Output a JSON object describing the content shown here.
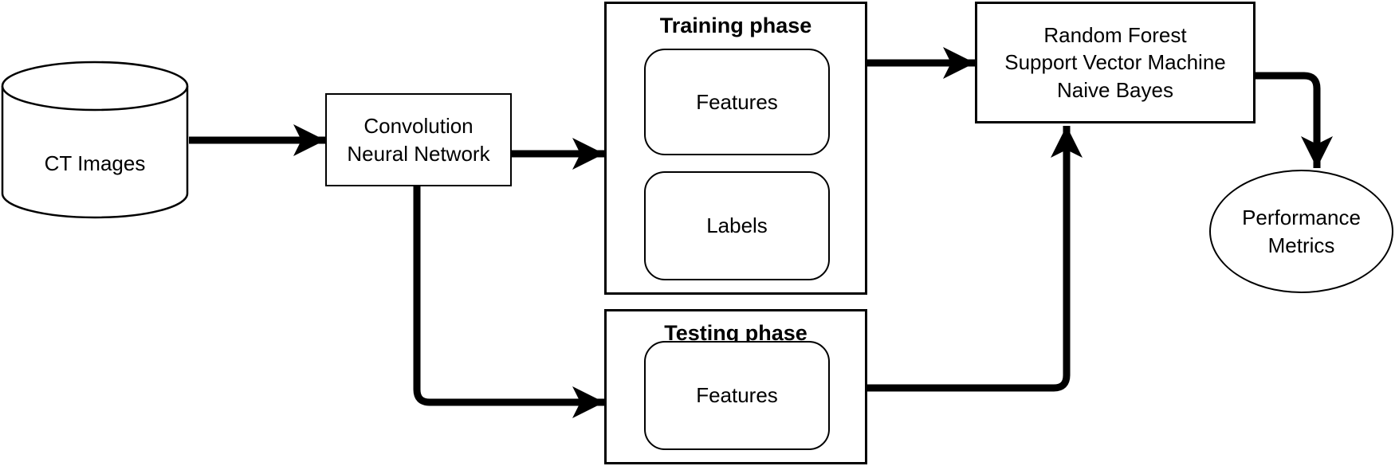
{
  "diagram": {
    "colors": {
      "background": "#ffffff",
      "stroke": "#000000",
      "text": "#000000"
    },
    "nodes": {
      "ct_images": {
        "shape": "cylinder",
        "label": "CT Images"
      },
      "cnn": {
        "shape": "rectangle",
        "label": "Convolution\nNeural Network"
      },
      "training_phase": {
        "shape": "container",
        "title": "Training phase",
        "children": {
          "features": "Features",
          "labels": "Labels"
        }
      },
      "testing_phase": {
        "shape": "container",
        "title": "Testing phase",
        "children": {
          "features": "Features"
        }
      },
      "classifiers": {
        "shape": "rectangle",
        "label": "Random Forest\nSupport Vector Machine\nNaive Bayes"
      },
      "performance_metrics": {
        "shape": "ellipse",
        "label": "Performance\nMetrics"
      }
    },
    "edges": [
      {
        "from": "ct_images",
        "to": "cnn"
      },
      {
        "from": "cnn",
        "to": "training_phase"
      },
      {
        "from": "cnn",
        "to": "testing_phase"
      },
      {
        "from": "training_phase",
        "to": "classifiers"
      },
      {
        "from": "testing_phase",
        "to": "classifiers"
      },
      {
        "from": "classifiers",
        "to": "performance_metrics"
      }
    ]
  }
}
